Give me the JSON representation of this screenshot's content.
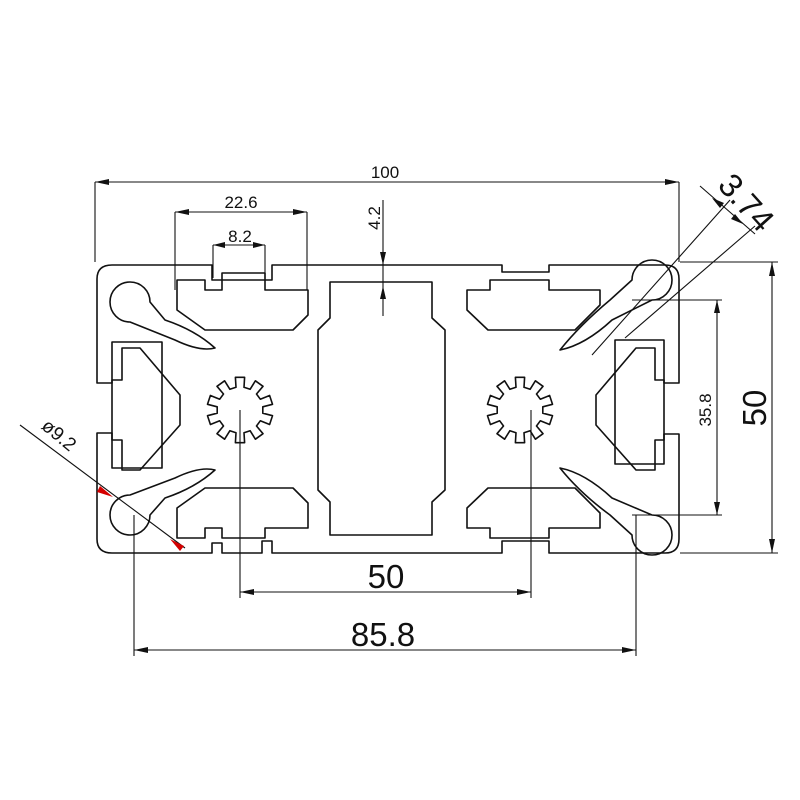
{
  "dimensions": {
    "overall_width": "100",
    "slot_opening": "22.6",
    "slot_neck": "8.2",
    "wall_thickness": "4.2",
    "corner_wall": "3.74",
    "height": "50",
    "hole_spacing_vertical": "35.8",
    "center_spacing": "50",
    "hole_spacing_horizontal": "85.8",
    "hole_diameter": "ø9.2"
  },
  "colors": {
    "line": "#111111",
    "arrow_highlight": "#d40000"
  }
}
